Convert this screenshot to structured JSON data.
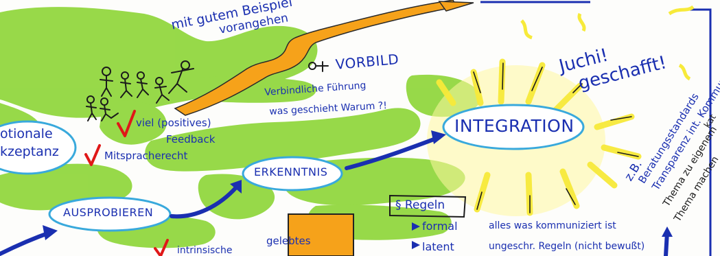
{
  "colors": {
    "ink_blue": "#1a2fb0",
    "ink_black": "#1b1b1b",
    "check_red": "#e01818",
    "green_wash": "#8fd63a",
    "orange_path": "#f6a21a",
    "yellow_sun": "#f7ea3a",
    "bubble_outline": "#39a9dc"
  },
  "icons": [
    "stick-figures-icon",
    "single-figure-icon",
    "checkmark-icon",
    "arrow-icon",
    "sun-rays-icon",
    "paragraph-icon",
    "triangle-bullet-icon"
  ],
  "left_bubble": {
    "line1": "otionale",
    "line2": "kzeptanz"
  },
  "example": {
    "line1": "mit gutem Beispiel",
    "line2": "vorangehen"
  },
  "vorbild": {
    "title": "VORBILD",
    "line1": "Verbindliche Führung",
    "line2": "was geschieht Warum ?!"
  },
  "feedback": {
    "line1": "viel (positives)",
    "line2": "Feedback",
    "line3": "Mitspracherecht"
  },
  "stages": {
    "ausprobieren": "AUSPROBIEREN",
    "erkenntnis": "ERKENNTNIS",
    "integration": "INTEGRATION"
  },
  "celebration": {
    "line1": "Juchi!",
    "line2": "geschafft!"
  },
  "standards": {
    "line1": "z.B.",
    "line2": "Beratungsstandards",
    "line3": "Transparenz int. Kommunik.",
    "line4": "Thema zu eigenem",
    "line5": "Thema machen",
    "line6": "kat"
  },
  "regeln": {
    "title": "§ Regeln",
    "item1": "formal",
    "item2": "latent",
    "note1": "alles was kommuniziert ist",
    "note2": "ungeschr. Regeln (nicht bewußt)"
  },
  "bottom": {
    "gelebtes": "gelebtes",
    "intrinsisch": "intrinsische"
  }
}
